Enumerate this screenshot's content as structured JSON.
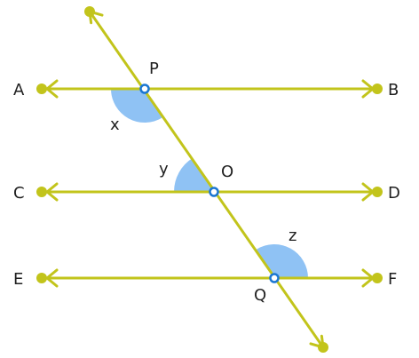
{
  "figure": {
    "line_color": "#c2c41b",
    "angle_fill": "#8fc2f4",
    "point_stroke": "#1b77d2",
    "label_color": "#1f1f1f",
    "labels": {
      "A": "A",
      "B": "B",
      "C": "C",
      "D": "D",
      "E": "E",
      "F": "F",
      "P": "P",
      "O": "O",
      "Q": "Q",
      "x": "x",
      "y": "y",
      "z": "z"
    }
  }
}
